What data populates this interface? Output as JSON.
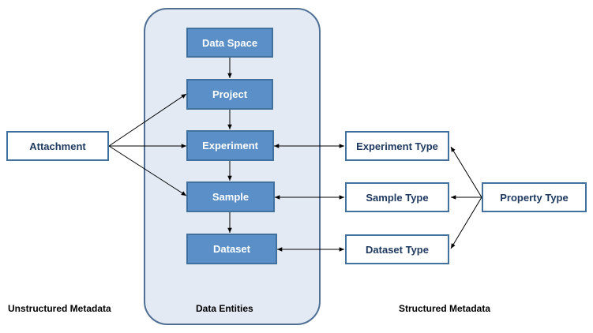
{
  "data_entities": {
    "data_space": "Data Space",
    "project": "Project",
    "experiment": "Experiment",
    "sample": "Sample",
    "dataset": "Dataset",
    "label": "Data Entities"
  },
  "unstructured": {
    "attachment": "Attachment",
    "label": "Unstructured Metadata"
  },
  "structured": {
    "experiment_type": "Experiment Type",
    "sample_type": "Sample Type",
    "dataset_type": "Dataset Type",
    "property_type": "Property Type",
    "label": "Structured Metadata"
  },
  "colors": {
    "entity_fill": "#5b8fc8",
    "entity_border": "#41719c",
    "container_fill": "#e3eaf4",
    "container_border": "#4f6f95"
  }
}
